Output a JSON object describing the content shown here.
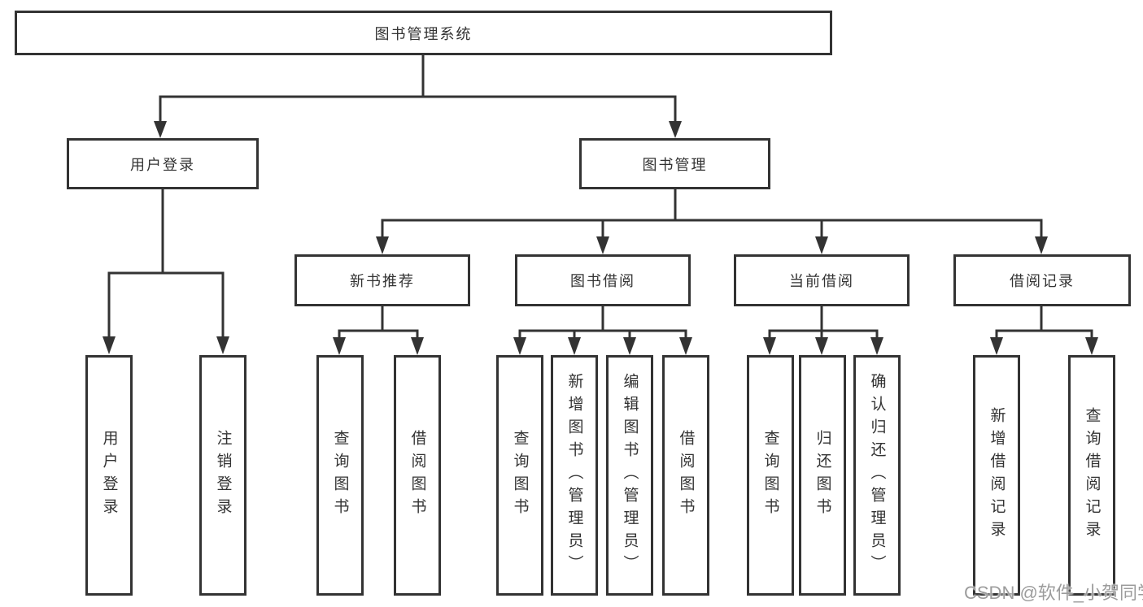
{
  "colors": {
    "line": "#333333",
    "box_border": "#333333",
    "text": "#333333",
    "watermark": "#9c9c9c",
    "background": "#ffffff"
  },
  "tree": {
    "root": {
      "label": "图书管理系统"
    },
    "branches": [
      {
        "label": "用户登录",
        "children": [
          {
            "label": "用户登录"
          },
          {
            "label": "注销登录"
          }
        ]
      },
      {
        "label": "图书管理",
        "children": [
          {
            "label": "新书推荐",
            "children": [
              {
                "label": "查询图书"
              },
              {
                "label": "借阅图书"
              }
            ]
          },
          {
            "label": "图书借阅",
            "children": [
              {
                "label": "查询图书"
              },
              {
                "label": "新增图书（管理员）"
              },
              {
                "label": "编辑图书（管理员）"
              },
              {
                "label": "借阅图书"
              }
            ]
          },
          {
            "label": "当前借阅",
            "children": [
              {
                "label": "查询图书"
              },
              {
                "label": "归还图书"
              },
              {
                "label": "确认归还（管理员）"
              }
            ]
          },
          {
            "label": "借阅记录",
            "children": [
              {
                "label": "新增借阅记录"
              },
              {
                "label": "查询借阅记录"
              }
            ]
          }
        ]
      }
    ]
  },
  "watermark": {
    "text": "CSDN @软件_小贺同学"
  }
}
